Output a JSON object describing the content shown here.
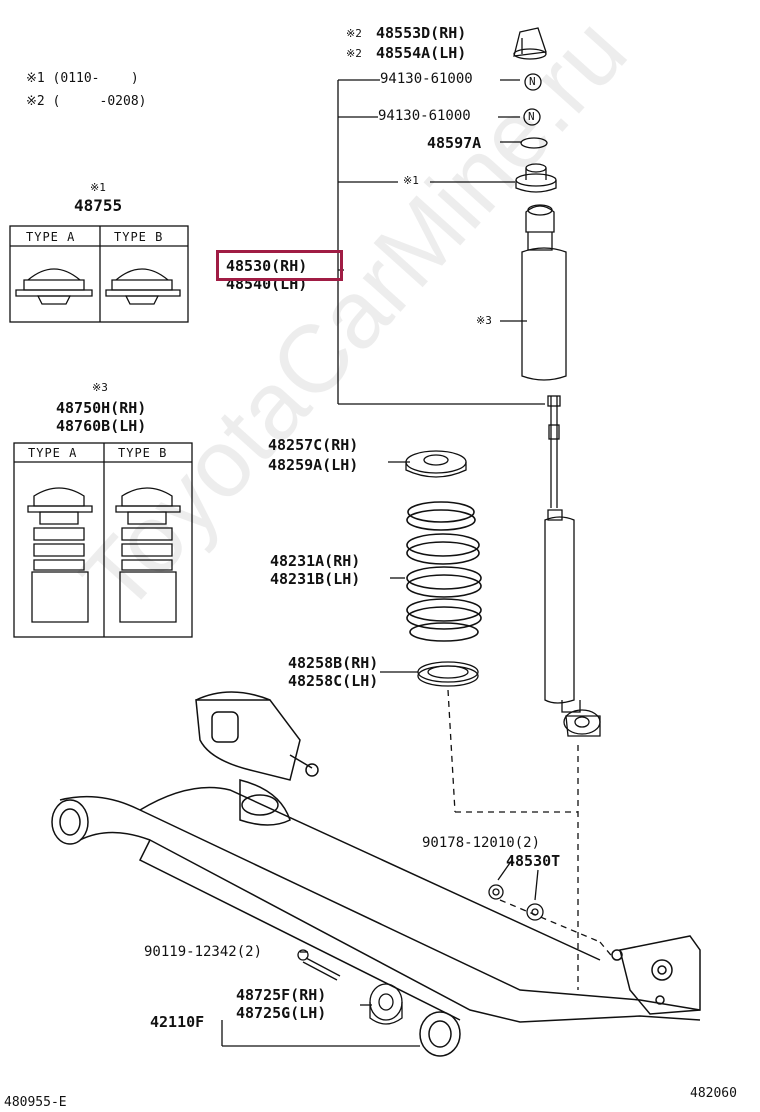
{
  "notes": {
    "note1": "※1 (0110-    )",
    "note2": "※2 (     -0208)"
  },
  "labels": {
    "p48553d": "48553D(RH)",
    "p48554a": "48554A(LH)",
    "mark48553": "※2",
    "mark48554": "※2",
    "p94130a": "94130-61000",
    "p94130b": "94130-61000",
    "nut_symbol": "N",
    "p48597a": "48597A",
    "mark_upper_seat": "※1",
    "p48530": "48530(RH)",
    "p48540": "48540(LH)",
    "mark_absorber": "※3",
    "p48755_mark": "※1",
    "p48755": "48755",
    "p48750h_mark": "※3",
    "p48750h": "48750H(RH)",
    "p48760b": "48760B(LH)",
    "p48257c": "48257C(RH)",
    "p48259a": "48259A(LH)",
    "p48231a": "48231A(RH)",
    "p48231b": "48231B(LH)",
    "p48258b": "48258B(RH)",
    "p48258c": "48258C(LH)",
    "p90178": "90178-12010(2)",
    "p48530t": "48530T",
    "p90119": "90119-12342(2)",
    "p48725f": "48725F(RH)",
    "p48725g": "48725G(LH)",
    "p42110f": "42110F",
    "ref_left": "480955-E",
    "ref_right": "482060"
  },
  "type_table_1": {
    "type_a": "TYPE A",
    "type_b": "TYPE B"
  },
  "type_table_2": {
    "type_a": "TYPE A",
    "type_b": "TYPE B"
  },
  "watermark": "ToyotaCarMine.ru",
  "highlight_color": "#a01c44"
}
